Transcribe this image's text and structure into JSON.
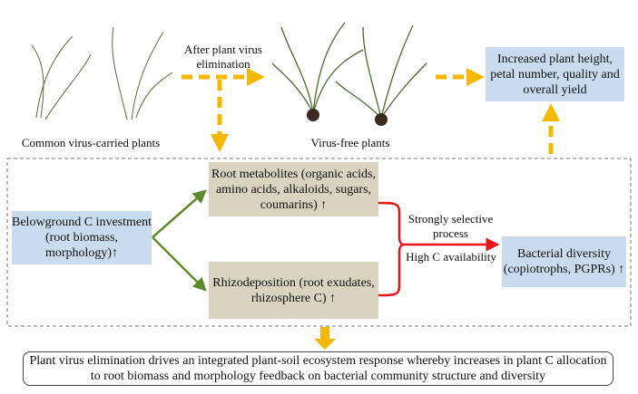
{
  "top": {
    "left_caption": "Common virus-carried plants",
    "right_caption": "Virus-free plants",
    "transition_label": "After plant virus elimination",
    "outcome_box": "Increased plant height, petal number, quality and overall yield"
  },
  "mechanism": {
    "belowground": "Belowground C investment (root biomass, morphology)",
    "root_metabolites": "Root metabolites (organic acids, amino acids, alkaloids, sugars, coumarins)",
    "rhizodeposition": "Rhizodeposition (root exudates, rhizosphere C)",
    "selective_label": "Strongly selective process",
    "carbon_label": "High C availability",
    "bacterial": "Bacterial diversity (copiotrophs, PGPRs)",
    "increase_symbol": "↑"
  },
  "conclusion": "Plant virus elimination drives an integrated plant-soil ecosystem response whereby increases in plant C allocation to root biomass and morphology feedback on bacterial community structure and diversity",
  "colors": {
    "arrow_yellow": "#f5b800",
    "arrow_green": "#5e8a2c",
    "arrow_red": "#e8161b",
    "blue_box": "#c9dcef",
    "tan_box": "#d9d3bf",
    "photo_bg": "#e3161b"
  }
}
